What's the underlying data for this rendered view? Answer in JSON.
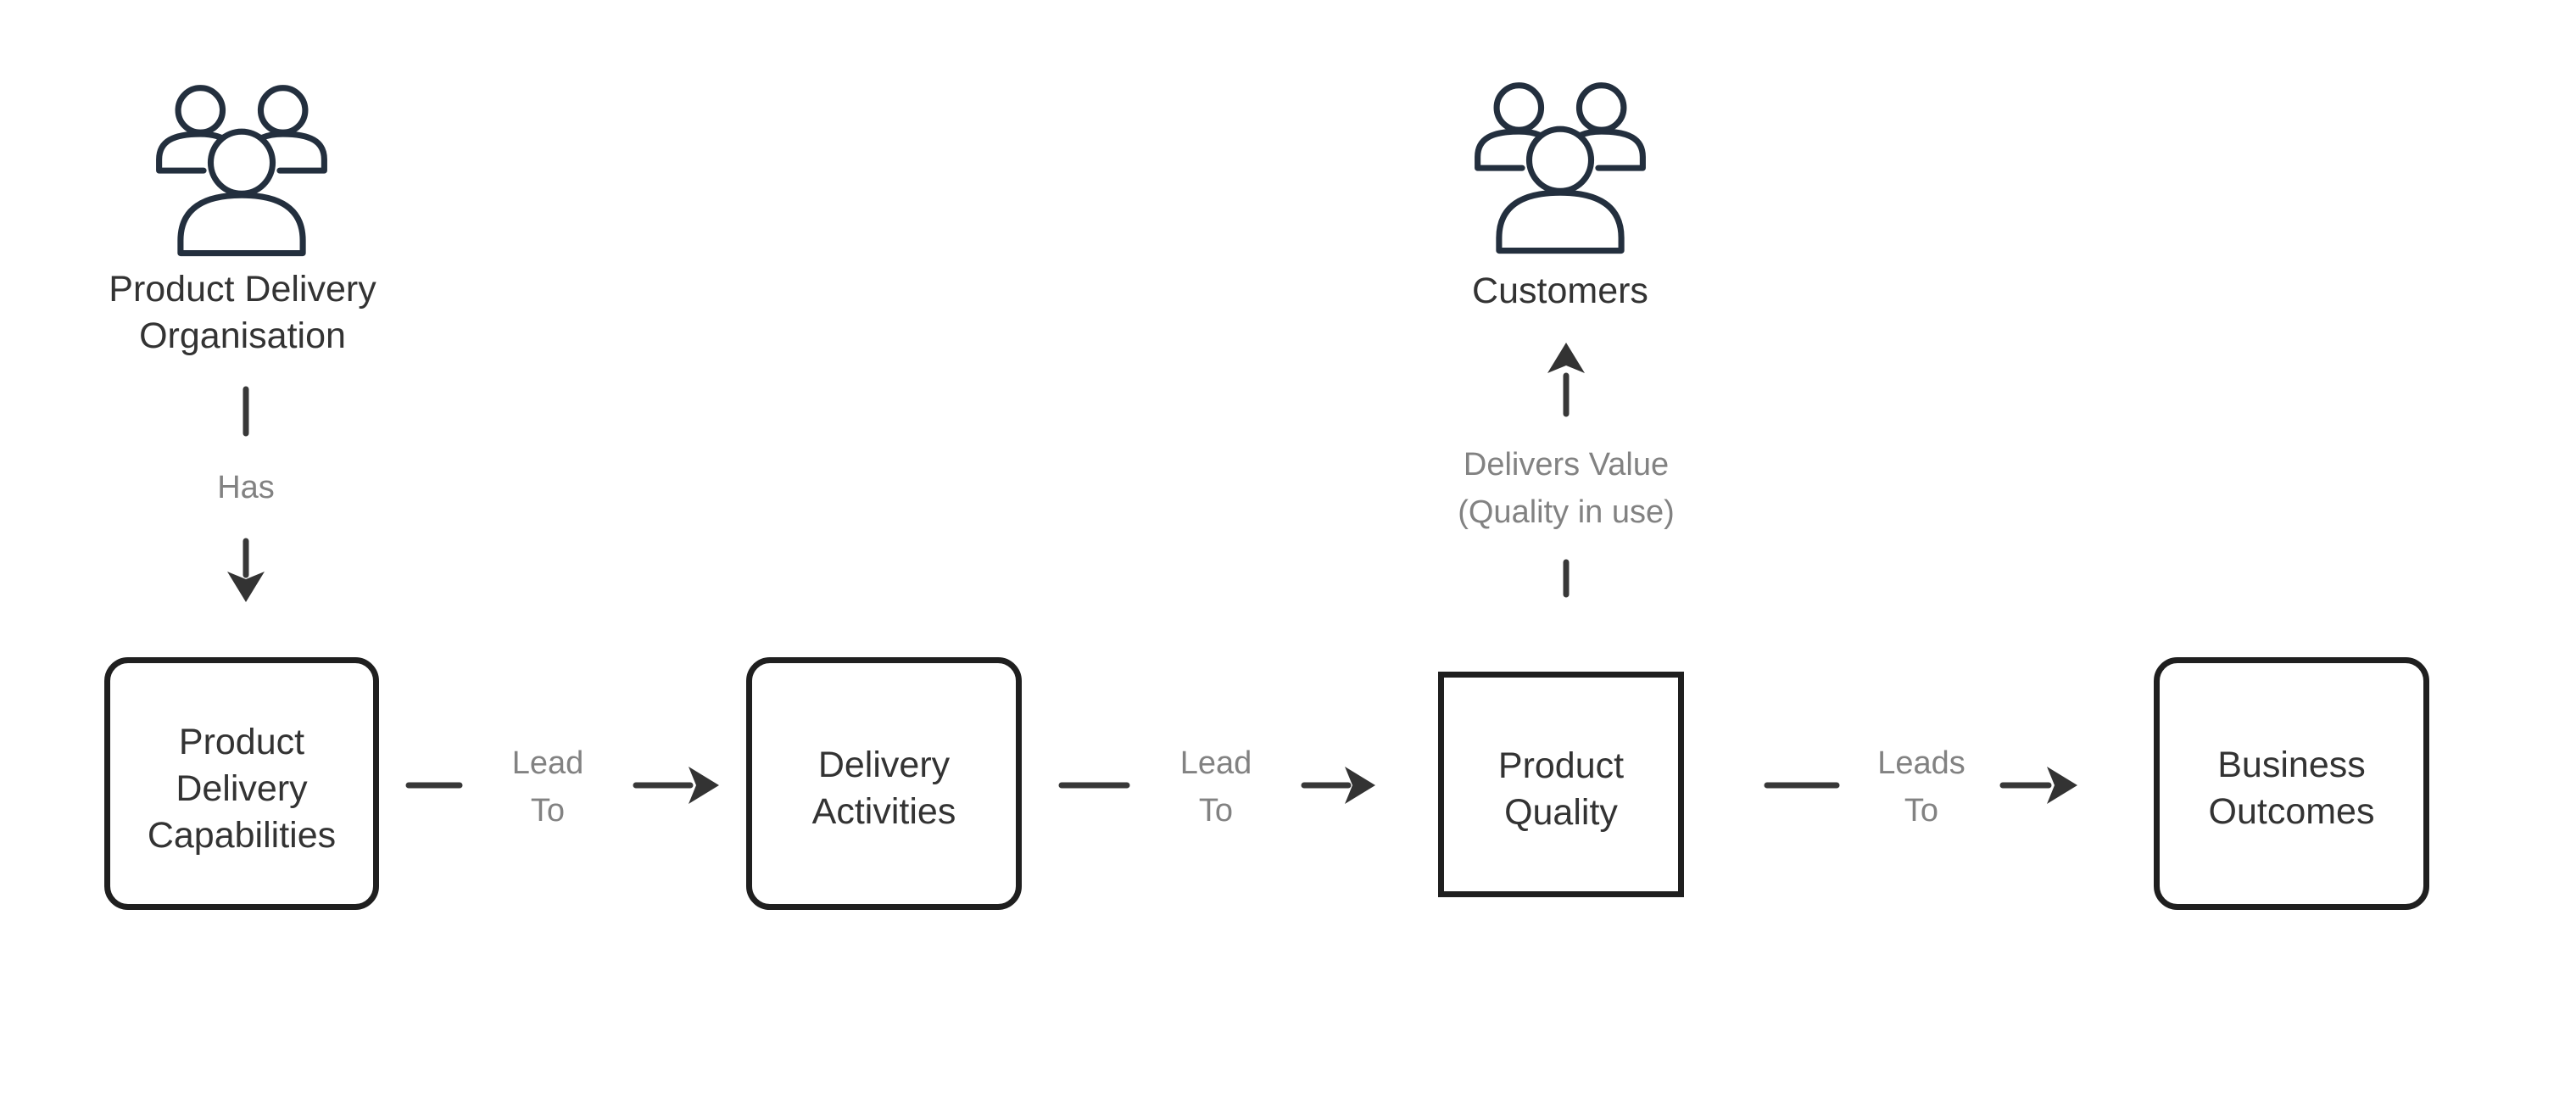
{
  "diagram": {
    "colors": {
      "background": "#ffffff",
      "icon_stroke": "#232f3e",
      "box_border": "#1f1f1f",
      "node_text": "#333333",
      "connector_line": "#383838",
      "connector_label_text": "#828282"
    },
    "actors": {
      "organisation": {
        "label": "Product Delivery\nOrganisation",
        "icon": "people-group-icon"
      },
      "customers": {
        "label": "Customers",
        "icon": "people-group-icon"
      }
    },
    "boxes": {
      "capabilities": {
        "label": "Product\nDelivery\nCapabilities",
        "shape": "rounded"
      },
      "activities": {
        "label": "Delivery\nActivities",
        "shape": "rounded"
      },
      "quality": {
        "label": "Product\nQuality",
        "shape": "square"
      },
      "outcomes": {
        "label": "Business\nOutcomes",
        "shape": "rounded"
      }
    },
    "connectors": {
      "has": {
        "label": "Has",
        "direction": "down"
      },
      "lead_to_1": {
        "label": "Lead\nTo",
        "direction": "right"
      },
      "lead_to_2": {
        "label": "Lead\nTo",
        "direction": "right"
      },
      "delivers_value": {
        "label": "Delivers Value\n(Quality in use)",
        "direction": "up"
      },
      "leads_to": {
        "label": "Leads\nTo",
        "direction": "right"
      }
    }
  }
}
